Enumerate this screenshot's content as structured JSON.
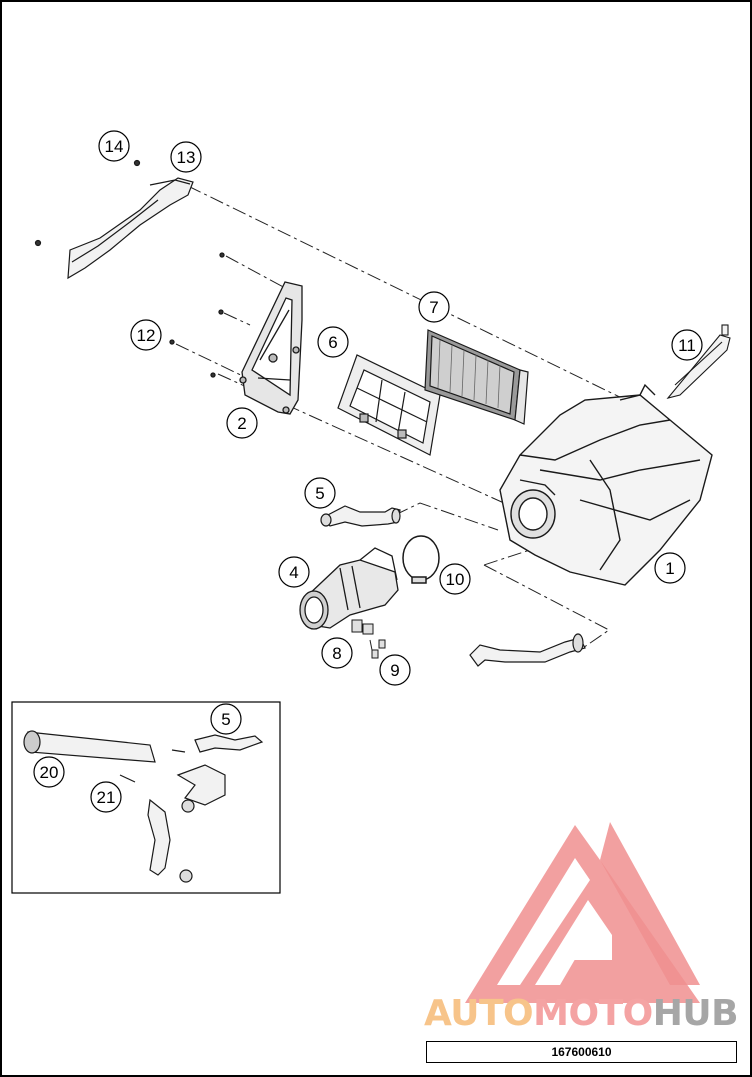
{
  "callouts": [
    {
      "label": "14"
    },
    {
      "label": "13"
    },
    {
      "label": "12"
    },
    {
      "label": "2"
    },
    {
      "label": "6"
    },
    {
      "label": "7"
    },
    {
      "label": "11"
    },
    {
      "label": "5"
    },
    {
      "label": "4"
    },
    {
      "label": "10"
    },
    {
      "label": "1"
    },
    {
      "label": "8"
    },
    {
      "label": "9"
    },
    {
      "label": "5"
    },
    {
      "label": "20"
    },
    {
      "label": "21"
    }
  ],
  "part_number": "167600610",
  "watermark": {
    "part1": "AUTO",
    "part2": "MOTO",
    "part3": "HUB",
    "colors": {
      "part1": "#f7c48a",
      "part2": "#f4a3a3",
      "part3": "#a6a6a6",
      "logo": "#f08f8f"
    }
  },
  "colors": {
    "line": "#1a1a1a",
    "fill_light": "#f2f2f2",
    "fill_mid": "#d9d9d9",
    "fill_dark": "#9a9a9a"
  }
}
